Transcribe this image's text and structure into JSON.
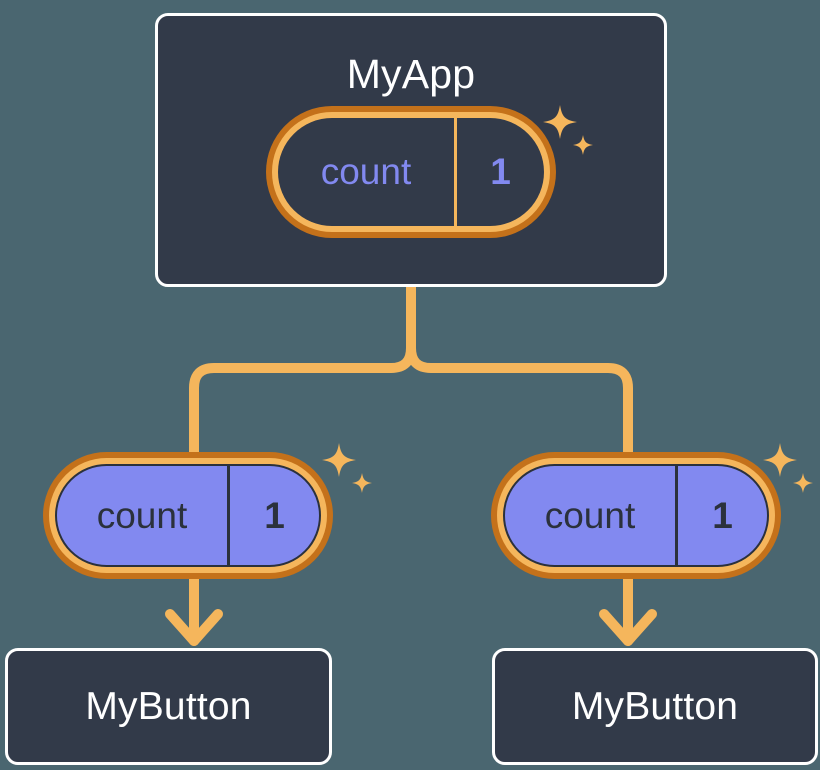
{
  "diagram": {
    "title": "MyApp component state propagation tree",
    "background_color": "#4a6670"
  },
  "colors": {
    "background": "#4a6670",
    "card_fill": "#323a49",
    "card_border": "#ffffff",
    "pill_ring_outer": "#c4711a",
    "pill_ring_inner": "#f5b65c",
    "pill_fill_light": "#8289f0",
    "state_text_dark": "#8289f0",
    "state_text_light": "#2b313c",
    "connector": "#f5b65c",
    "sparkle": "#f5b65c"
  },
  "nodes": {
    "root": {
      "label": "MyApp",
      "state": {
        "key": "count",
        "value": "1"
      }
    },
    "children": [
      {
        "state": {
          "key": "count",
          "value": "1"
        },
        "button_label": "MyButton"
      },
      {
        "state": {
          "key": "count",
          "value": "1"
        },
        "button_label": "MyButton"
      }
    ]
  },
  "icons": {
    "sparkle_large": "sparkle-four-point-icon",
    "sparkle_small": "sparkle-four-point-small-icon",
    "arrow": "arrow-down-icon"
  }
}
